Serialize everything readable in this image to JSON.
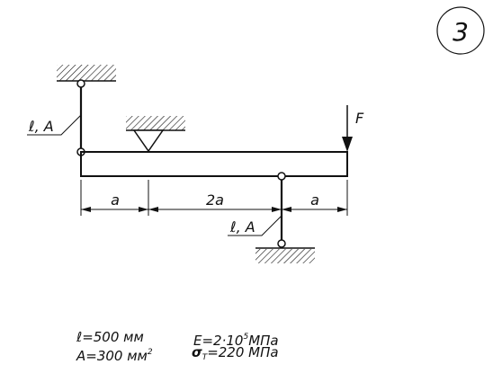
{
  "problem_number": "3",
  "labels": {
    "force": "F",
    "rod_top": "ℓ, A",
    "rod_bottom": "ℓ, A",
    "dim_left": "a",
    "dim_middle": "2a",
    "dim_right": "a"
  },
  "params": {
    "length_line": "ℓ=500 мм",
    "area_prefix": "A=300 мм",
    "area_exp": "2",
    "modulus_prefix": "E=2·10",
    "modulus_exp": "5",
    "modulus_unit": "МПа",
    "sigma_symbol": "σ",
    "sigma_sub": "T",
    "sigma_value": "=220 МПа"
  }
}
